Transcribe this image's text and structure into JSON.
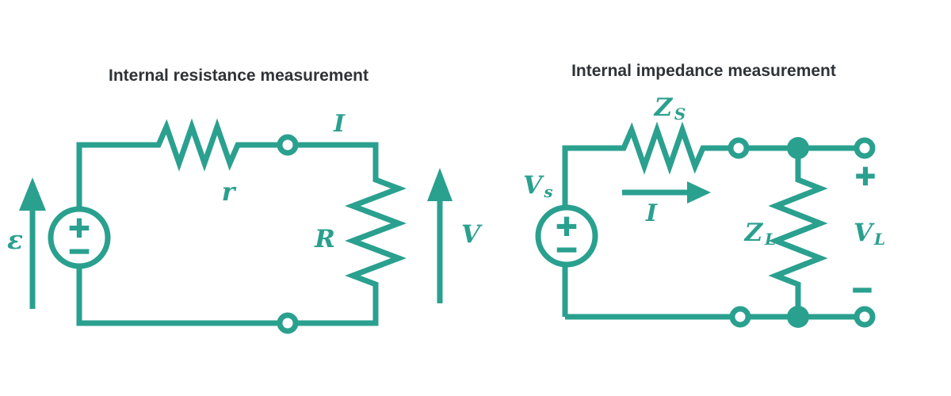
{
  "accent_color": "#2aa08f",
  "title_color": "#2f3337",
  "left_circuit": {
    "title": "Internal resistance measurement",
    "labels": {
      "emf": "ε",
      "internal_resistance": "r",
      "current": "I",
      "load_resistance": "R",
      "terminal_voltage": "V"
    },
    "source_polarity": {
      "plus": "+",
      "minus": "−"
    }
  },
  "right_circuit": {
    "title": "Internal impedance measurement",
    "labels": {
      "source_impedance": {
        "main": "Z",
        "sub": "S"
      },
      "source_voltage": {
        "main": "V",
        "sub": "s"
      },
      "current": "I",
      "load_impedance": {
        "main": "Z",
        "sub": "L"
      },
      "load_voltage": {
        "main": "V",
        "sub": "L"
      }
    },
    "source_polarity": {
      "plus": "+",
      "minus": "−"
    },
    "port_polarity": {
      "plus": "+",
      "minus": "−"
    }
  }
}
